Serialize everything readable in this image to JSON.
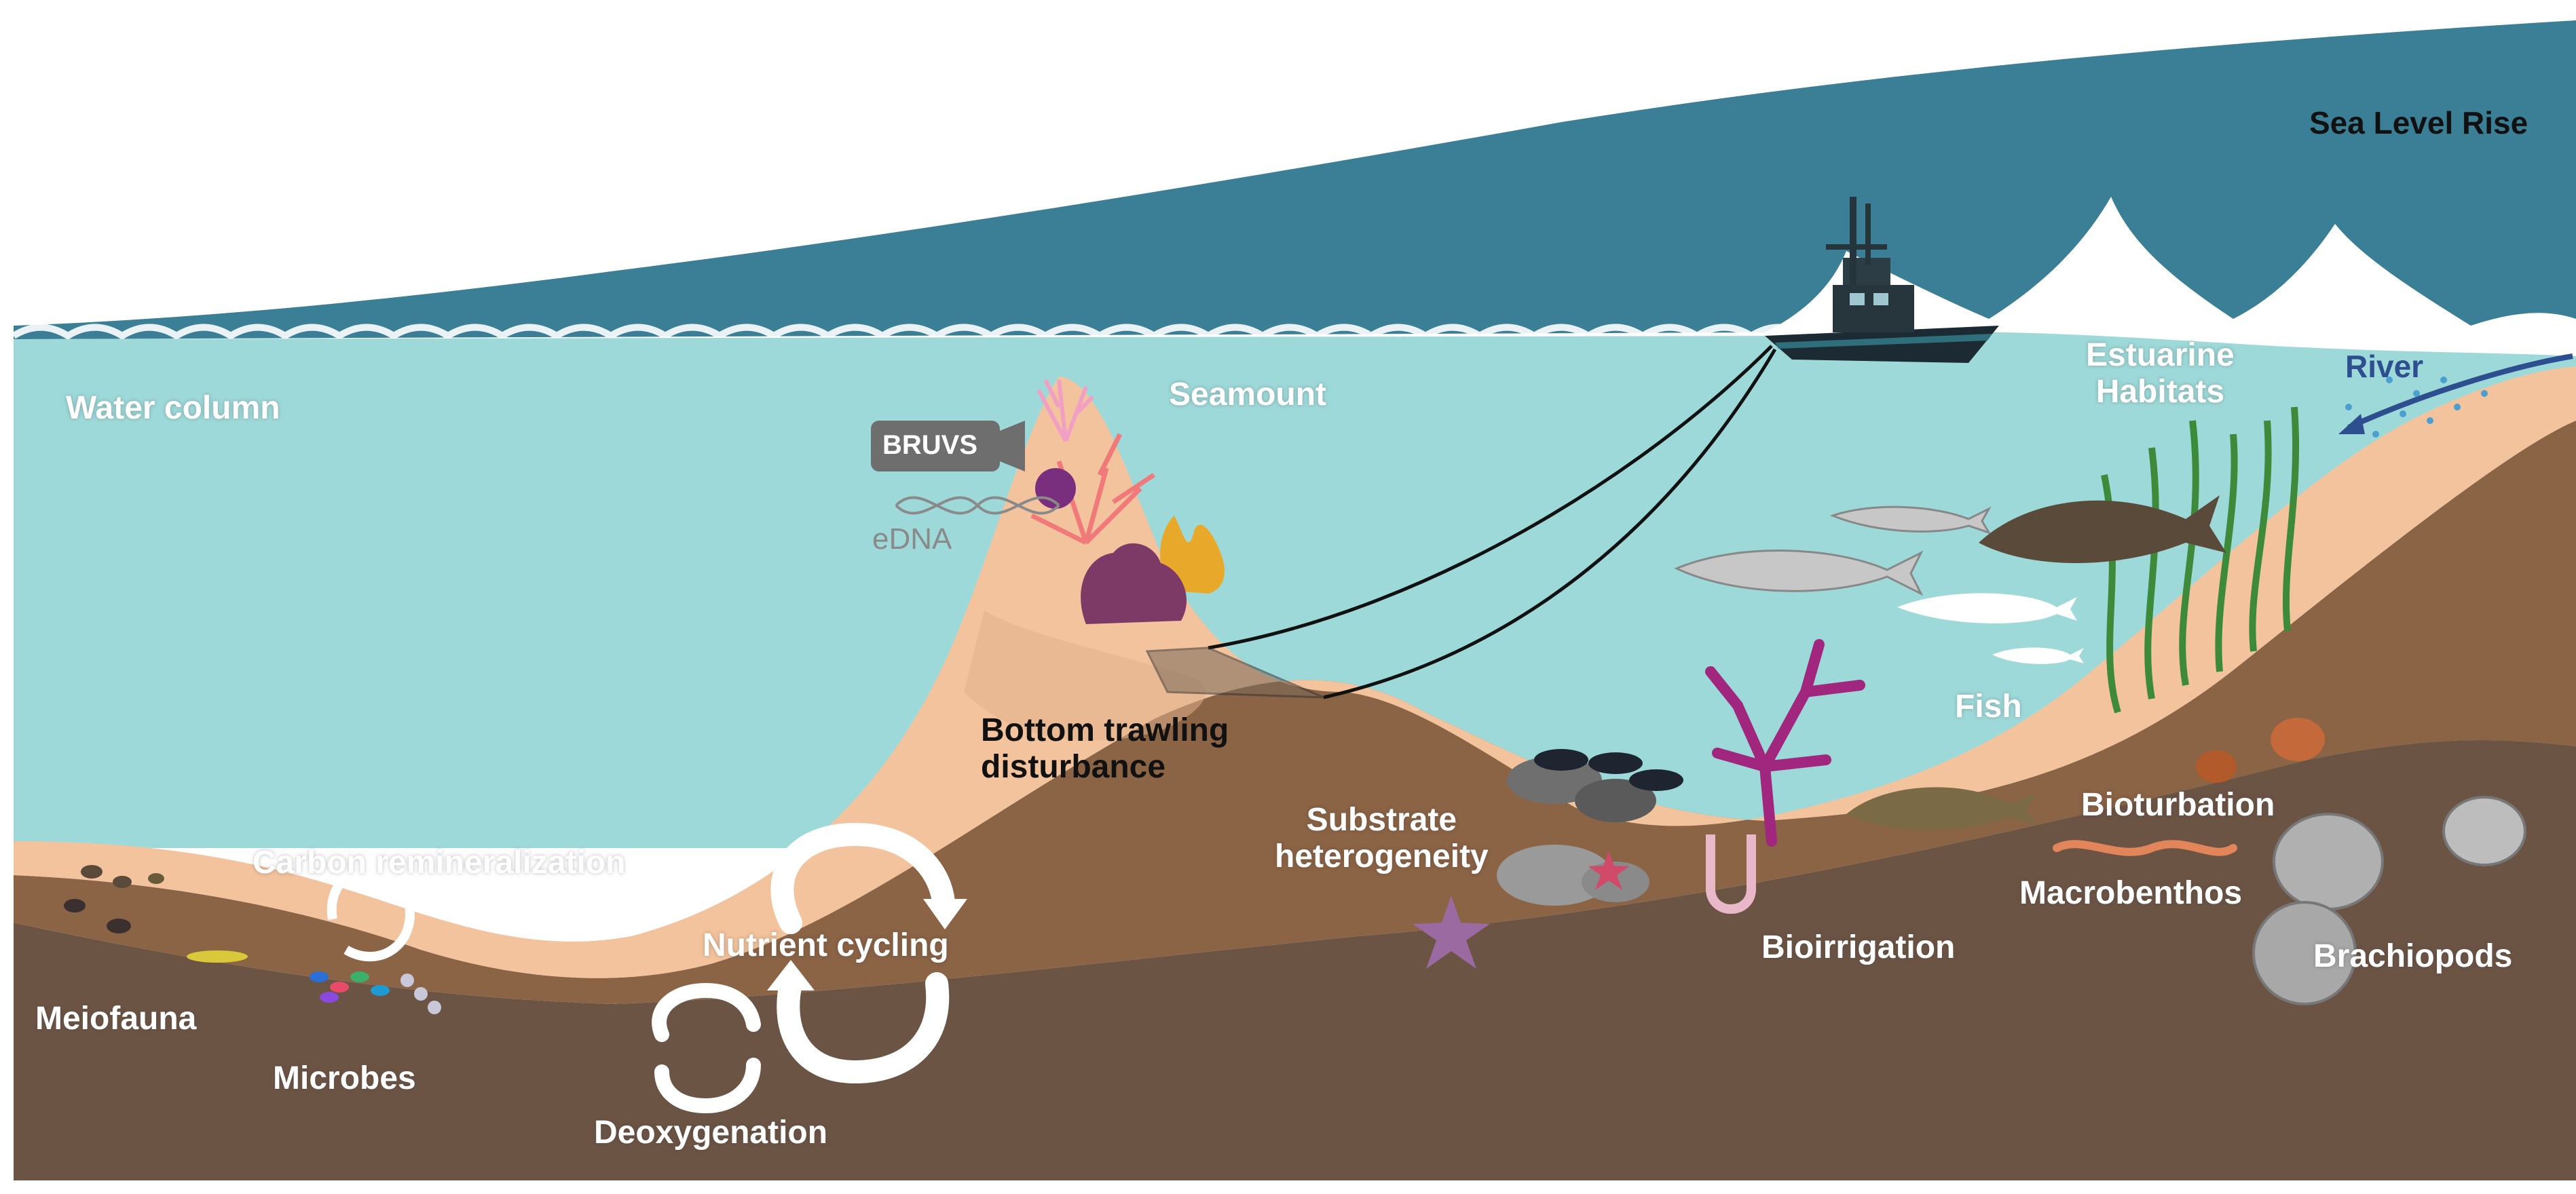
{
  "labels": {
    "sea_level_rise": "Sea Level Rise",
    "water_column": "Water column",
    "seamount": "Seamount",
    "bruvs": "BRUVS",
    "edna": "eDNA",
    "estuarine_line1": "Estuarine",
    "estuarine_line2": "Habitats",
    "river": "River",
    "fish": "Fish",
    "bottom_trawling_line1": "Bottom trawling",
    "bottom_trawling_line2": "disturbance",
    "substrate_line1": "Substrate",
    "substrate_line2": "heterogeneity",
    "carbon_remineralization": "Carbon remineralization",
    "nutrient_cycling": "Nutrient cycling",
    "bioturbation": "Bioturbation",
    "macrobenthos": "Macrobenthos",
    "bioirrigation": "Bioirrigation",
    "brachiopods": "Brachiopods",
    "meiofauna": "Meiofauna",
    "microbes": "Microbes",
    "deoxygenation": "Deoxygenation"
  },
  "colors": {
    "sky": "#ffffff",
    "sea_surface": "#3a7f96",
    "water": "#9ed9d9",
    "sand": "#f2c39d",
    "sediment_upper": "#8b6345",
    "sediment_deep": "#6c5445",
    "label_white": "#ffffff",
    "label_dark": "#111111",
    "river_blue": "#2d4e8f",
    "edna_grey": "#8a8a8a"
  }
}
